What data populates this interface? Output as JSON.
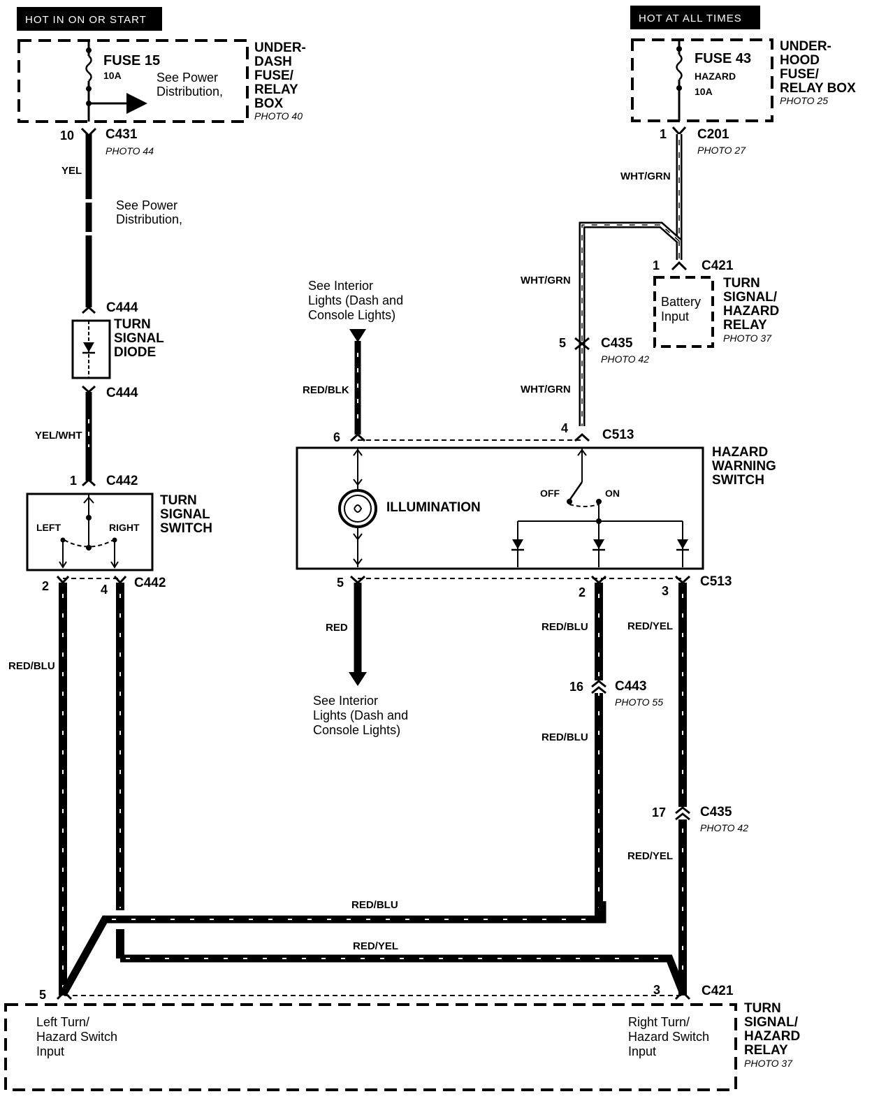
{
  "banners": {
    "left": "HOT IN ON OR START",
    "right": "HOT AT ALL TIMES"
  },
  "underdash_box": {
    "fuse_name": "FUSE 15",
    "fuse_rating": "10A",
    "see_power_1": "See Power",
    "see_power_2": "Distribution,",
    "title": [
      "UNDER-",
      "DASH",
      "FUSE/",
      "RELAY",
      "BOX"
    ],
    "photo": "PHOTO 40"
  },
  "underhood_box": {
    "fuse_name": "FUSE 43",
    "fuse_sub": "HAZARD",
    "fuse_rating": "10A",
    "title": [
      "UNDER-",
      "HOOD",
      "FUSE/",
      "RELAY BOX"
    ],
    "photo": "PHOTO 25"
  },
  "left_column": {
    "c431_pin": "10",
    "c431_name": "C431",
    "c431_photo": "PHOTO 44",
    "wire_yel": "YEL",
    "see_power_1": "See Power",
    "see_power_2": "Distribution,",
    "c444_top": "C444",
    "diode_title": [
      "TURN",
      "SIGNAL",
      "DIODE"
    ],
    "c444_bottom": "C444",
    "wire_yelwht": "YEL/WHT",
    "c442_pin": "1",
    "c442_name": "C442",
    "switch_title": [
      "TURN",
      "SIGNAL",
      "SWITCH"
    ],
    "left_label": "LEFT",
    "right_label": "RIGHT",
    "pin2": "2",
    "pin4": "4",
    "c442_bottom": "C442",
    "wire_redblu": "RED/BLU"
  },
  "right_column": {
    "c201_pin": "1",
    "c201_name": "C201",
    "c201_photo": "PHOTO 27",
    "wire_whtgrn_1": "WHT/GRN",
    "wire_whtgrn_2": "WHT/GRN",
    "wire_whtgrn_3": "WHT/GRN",
    "c421_pin": "1",
    "c421_name": "C421",
    "relay_battery_1": "Battery",
    "relay_battery_2": "Input",
    "relay_title": [
      "TURN",
      "SIGNAL/",
      "HAZARD",
      "RELAY"
    ],
    "relay_photo": "PHOTO 37",
    "c435_pin": "5",
    "c435_name": "C435",
    "c435_photo": "PHOTO 42"
  },
  "hazard_switch": {
    "see_interior_top": [
      "See Interior",
      "Lights (Dash and",
      "Console Lights)"
    ],
    "wire_redblk": "RED/BLK",
    "pin6": "6",
    "pin4": "4",
    "c513_top": "C513",
    "title": [
      "HAZARD",
      "WARNING",
      "SWITCH"
    ],
    "illumination": "ILLUMINATION",
    "off_label": "OFF",
    "on_label": "ON",
    "pin5": "5",
    "pin2": "2",
    "pin3": "3",
    "c513_bottom": "C513",
    "wire_red": "RED",
    "see_interior_bottom": [
      "See Interior",
      "Lights (Dash and",
      "Console Lights)"
    ],
    "wire_redblu_a": "RED/BLU",
    "wire_redyel_a": "RED/YEL",
    "c443_pin": "16",
    "c443_name": "C443",
    "c443_photo": "PHOTO 55",
    "wire_redblu_b": "RED/BLU",
    "c435_pin": "17",
    "c435_name": "C435",
    "c435_photo": "PHOTO 42",
    "wire_redyel_b": "RED/YEL"
  },
  "bottom": {
    "wire_redblu_h": "RED/BLU",
    "wire_redyel_h": "RED/YEL",
    "pin5": "5",
    "pin3": "3",
    "c421_name": "C421",
    "left_input": [
      "Left Turn/",
      "Hazard Switch",
      "Input"
    ],
    "right_input": [
      "Right Turn/",
      "Hazard Switch",
      "Input"
    ],
    "relay_title": [
      "TURN",
      "SIGNAL/",
      "HAZARD",
      "RELAY"
    ],
    "relay_photo": "PHOTO 37"
  }
}
